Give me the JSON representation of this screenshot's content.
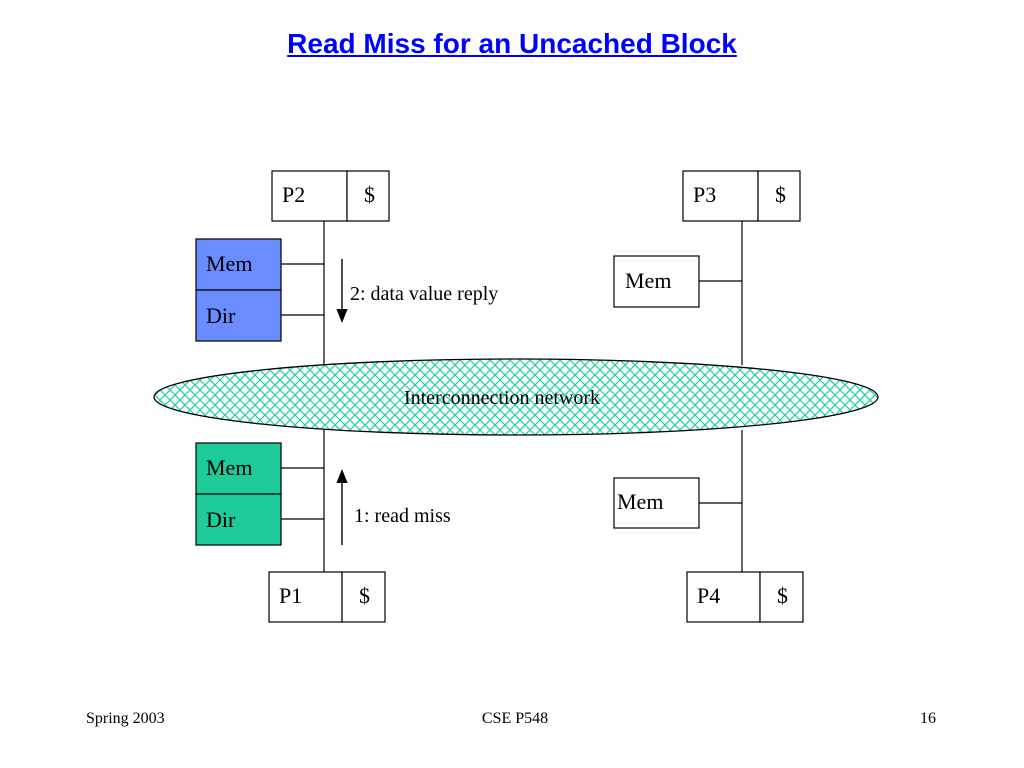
{
  "title": "Read Miss for an Uncached Block",
  "nodes": {
    "p2": {
      "proc": "P2",
      "cache": "$"
    },
    "p3": {
      "proc": "P3",
      "cache": "$"
    },
    "p1": {
      "proc": "P1",
      "cache": "$"
    },
    "p4": {
      "proc": "P4",
      "cache": "$"
    }
  },
  "memory": {
    "home_top": {
      "mem": "Mem",
      "dir": "Dir",
      "color": "#6a8cff"
    },
    "home_bottom": {
      "mem": "Mem",
      "dir": "Dir",
      "color": "#1fca9a"
    },
    "right_top": "Mem",
    "right_bottom": "Mem"
  },
  "messages": {
    "reply": "2: data value reply",
    "request": "1: read miss"
  },
  "network": {
    "label": "Interconnection network",
    "color": "#1fcfa0"
  },
  "footer": {
    "left": "Spring 2003",
    "center": "CSE P548",
    "right": "16"
  }
}
